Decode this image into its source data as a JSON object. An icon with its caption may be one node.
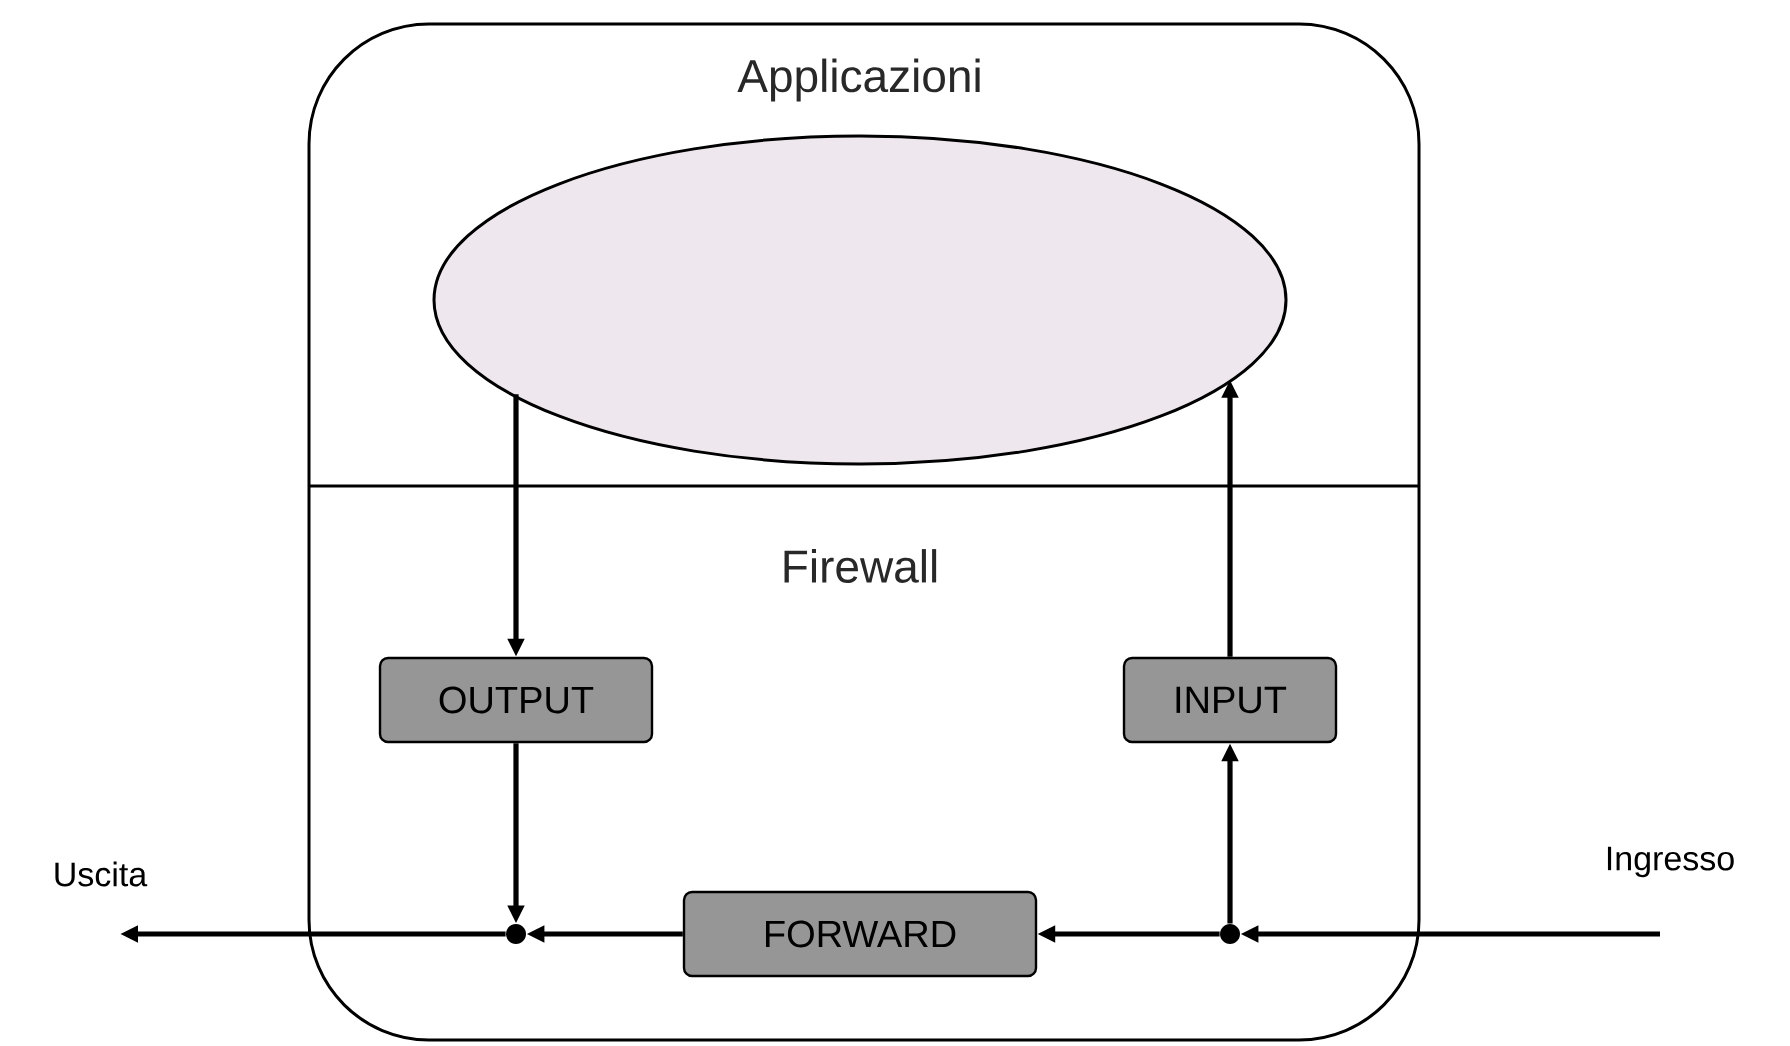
{
  "diagram": {
    "nodes": [
      {
        "text": [
          "Applicazioni",
          "Firewall"
        ]
      },
      {
        "text": [],
        "shape": "ellipse",
        "in": 0
      },
      {
        "text": [
          "OUTPUT"
        ],
        "in": 0
      },
      {
        "text": [
          "INPUT"
        ],
        "in": 0
      },
      {
        "text": [
          "FORWARD"
        ],
        "in": 0
      },
      {
        "text": [],
        "shape": "circle",
        "in": 0
      },
      {
        "text": [],
        "shape": "circle",
        "in": 0
      }
    ],
    "edges": [
      {
        "from": 1,
        "to": 2,
        "arrow": "to"
      },
      {
        "from": 2,
        "to": 5,
        "arrow": "to"
      },
      {
        "from": 5,
        "to": null,
        "arrow": "to"
      },
      {
        "from": null,
        "to": 6,
        "arrow": "to"
      },
      {
        "from": 6,
        "to": 4,
        "arrow": "to"
      },
      {
        "from": 4,
        "to": 5,
        "arrow": "to"
      },
      {
        "from": 6,
        "to": 3,
        "arrow": "to"
      },
      {
        "from": 3,
        "to": 1,
        "arrow": "to"
      }
    ],
    "labels": [
      "Uscita",
      "Ingresso"
    ]
  }
}
